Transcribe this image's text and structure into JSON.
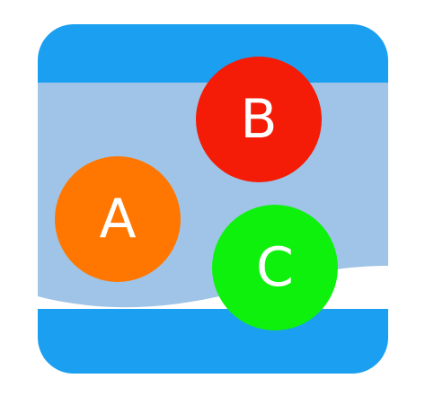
{
  "icon": {
    "colors": {
      "frame": "#1b9ff0",
      "panel": "#9fc4e7",
      "wave": "#ffffff",
      "background": "#ffffff"
    },
    "circles": [
      {
        "label": "A",
        "color": "#ff7700"
      },
      {
        "label": "B",
        "color": "#f41c06"
      },
      {
        "label": "C",
        "color": "#0ef10c"
      }
    ]
  }
}
